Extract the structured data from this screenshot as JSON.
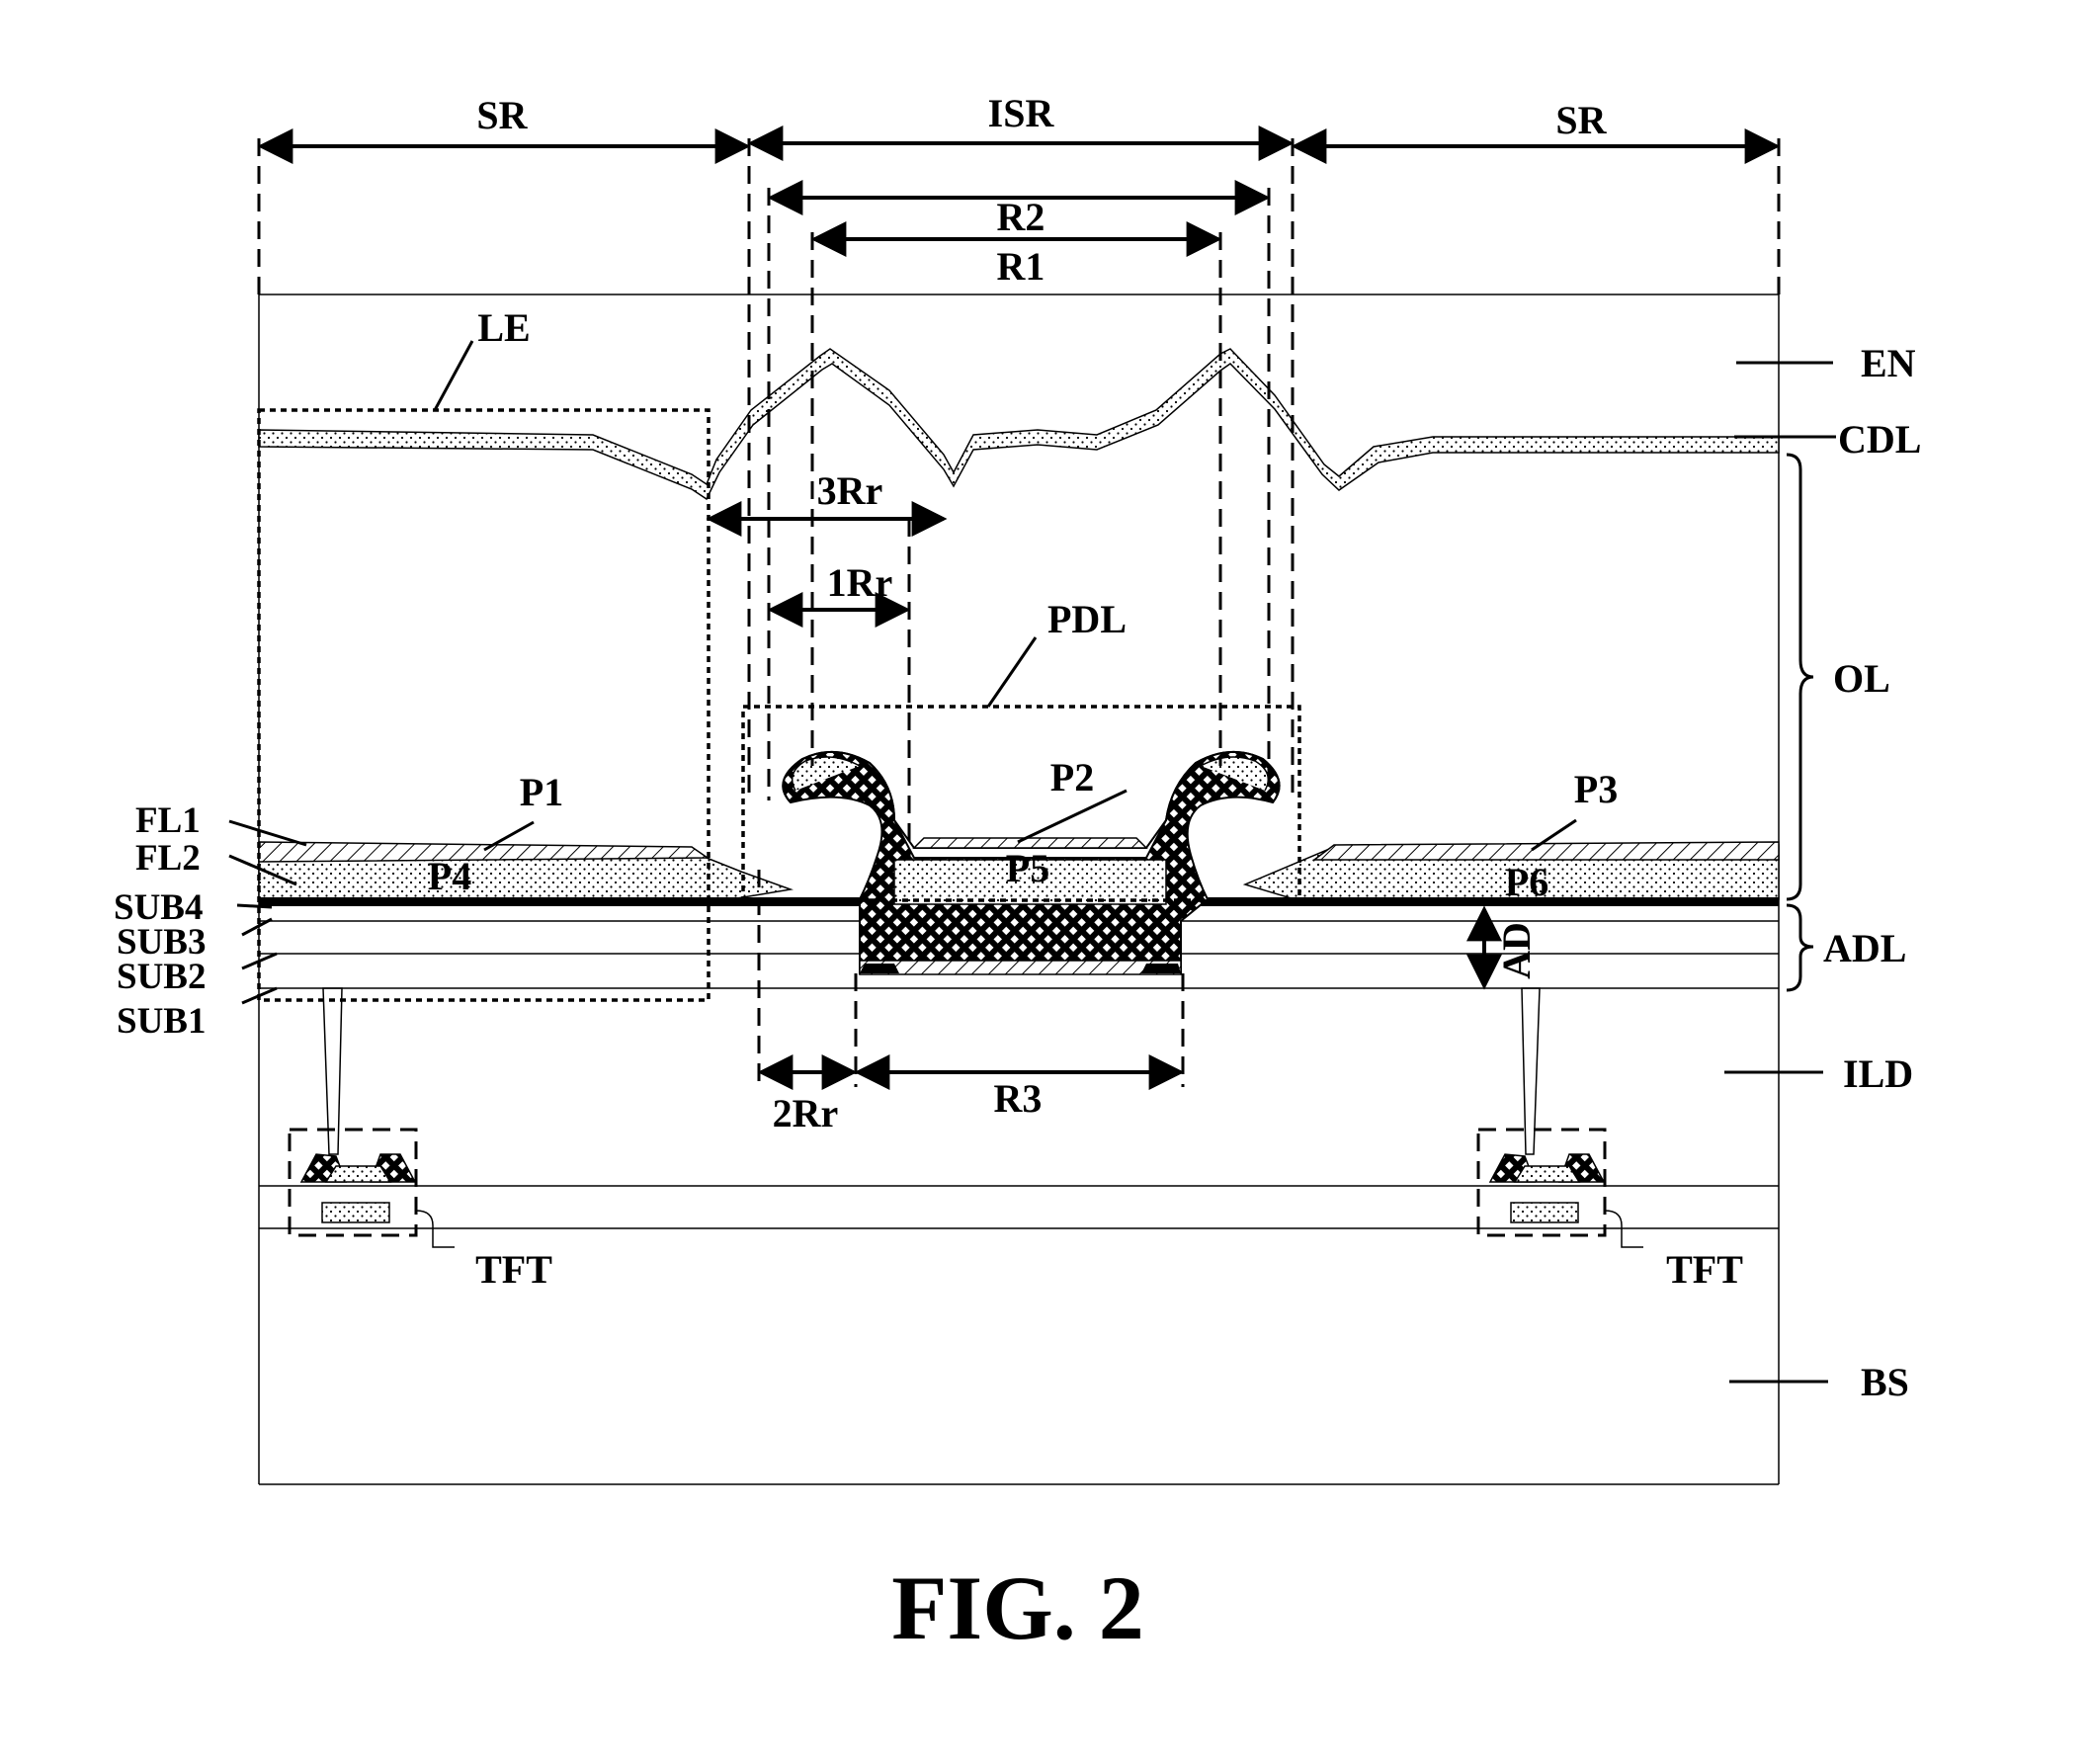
{
  "figure": {
    "caption": "FIG. 2",
    "regions": {
      "sr_left": "SR",
      "isr": "ISR",
      "sr_right": "SR"
    },
    "dimensions": {
      "r2": "R2",
      "r1": "R1",
      "r3": "R3",
      "rr3": "3Rr",
      "rr1": "1Rr",
      "rr2": "2Rr",
      "ad": "AD"
    },
    "parts": {
      "le": "LE",
      "pdl": "PDL",
      "p1": "P1",
      "p2": "P2",
      "p3": "P3",
      "p4": "P4",
      "p5": "P5",
      "p6": "P6",
      "tft_left": "TFT",
      "tft_right": "TFT"
    },
    "layers_left": {
      "fl1": "FL1",
      "fl2": "FL2",
      "sub4": "SUB4",
      "sub3": "SUB3",
      "sub2": "SUB2",
      "sub1": "SUB1"
    },
    "layers_right": {
      "en": "EN",
      "cdl": "CDL",
      "ol": "OL",
      "adl": "ADL",
      "ild": "ILD",
      "bs": "BS"
    }
  }
}
